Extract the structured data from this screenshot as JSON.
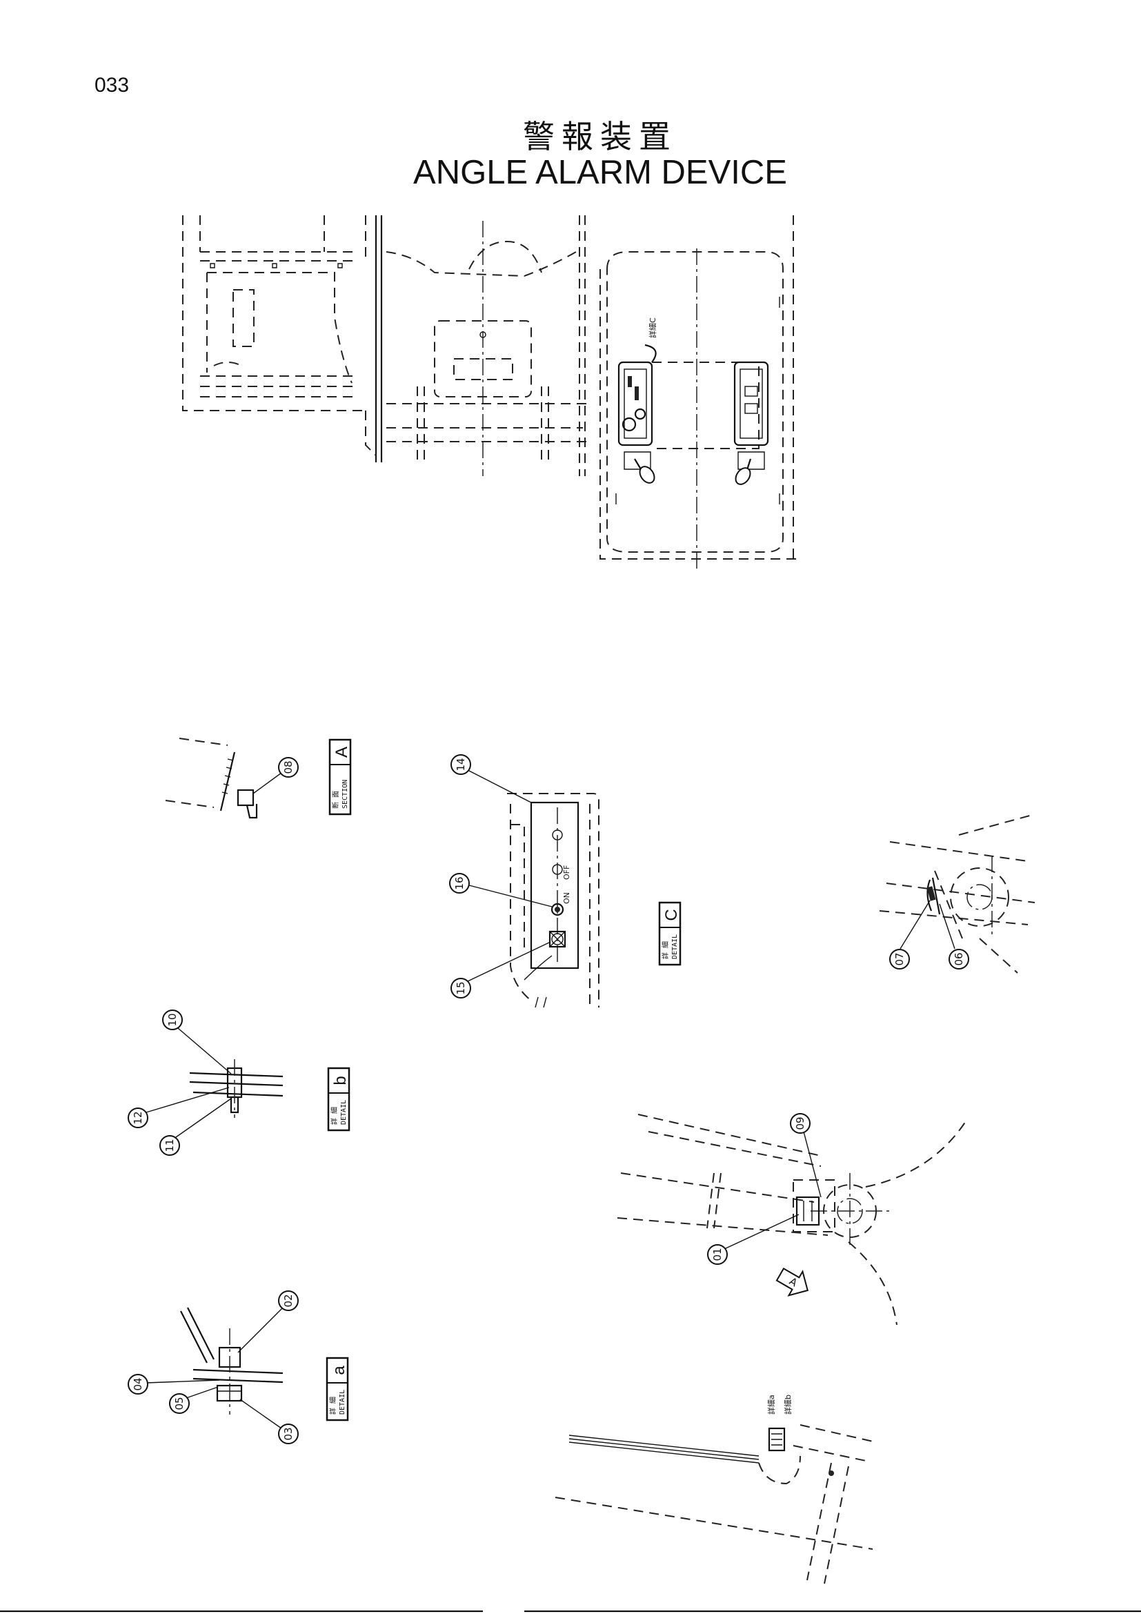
{
  "page_number": "033",
  "title_jp": "警報装置",
  "title_en": "ANGLE ALARM DEVICE",
  "section_tags": [
    {
      "id": "section-a",
      "jp": "断 面",
      "label": "SECTION",
      "letter": "A"
    },
    {
      "id": "detail-c",
      "jp": "詳 細",
      "label": "DETAIL",
      "letter": "C"
    },
    {
      "id": "detail-b",
      "jp": "詳 細",
      "label": "DETAIL",
      "letter": "b"
    },
    {
      "id": "detail-a",
      "jp": "詳 細",
      "label": "DETAIL",
      "letter": "a"
    }
  ],
  "callouts": [
    "01",
    "02",
    "03",
    "04",
    "05",
    "06",
    "07",
    "08",
    "09",
    "10",
    "11",
    "12",
    "14",
    "15",
    "16"
  ],
  "switch_labels": {
    "on": "ON",
    "off": "OFF"
  },
  "view_arrow_label": "A",
  "detail_refs": {
    "detail_c": "詳細C",
    "detail_b": "詳細b",
    "detail_a": "詳細a"
  }
}
